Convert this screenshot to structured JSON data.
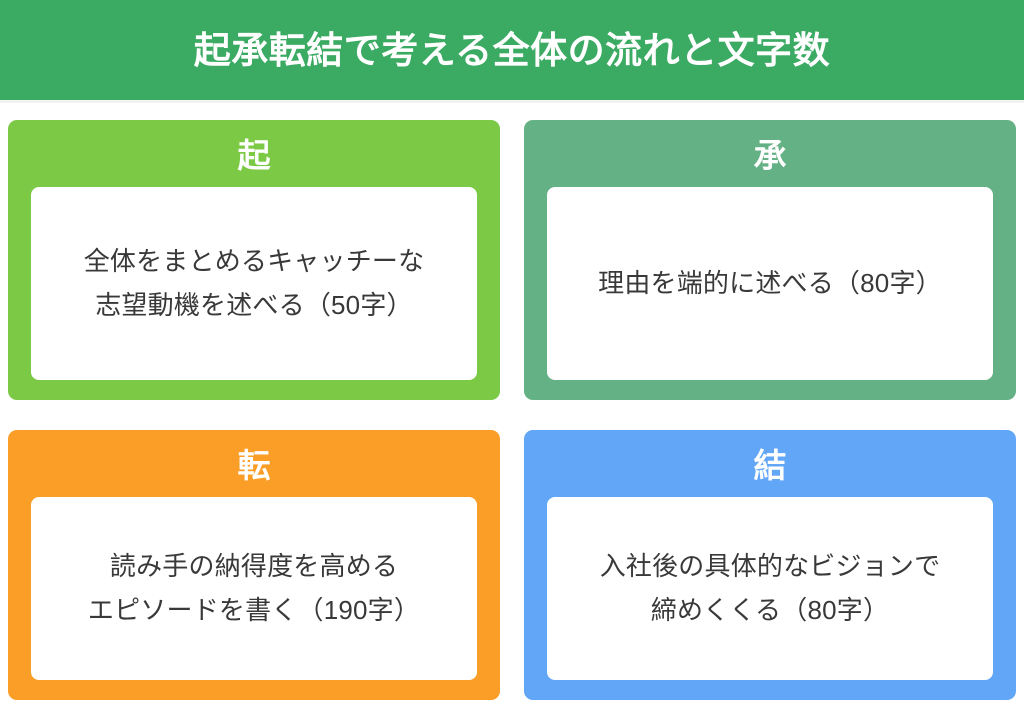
{
  "header": {
    "title": "起承転結で考える全体の流れと文字数",
    "background_color": "#3BAA63",
    "text_color": "#FFFFFF",
    "divider_color": "#F2F2F2"
  },
  "page": {
    "background_color": "#FFFFFF",
    "body_text_color": "#393939"
  },
  "cards": [
    {
      "label": "起",
      "text": "全体をまとめるキャッチーな\n志望動機を述べる（50字）",
      "color": "#7BC945",
      "inner_color": "#FFFFFF",
      "char_count": "50字",
      "position": "top-left"
    },
    {
      "label": "承",
      "text": "理由を端的に述べる（80字）",
      "color": "#64B185",
      "inner_color": "#FFFFFF",
      "char_count": "80字",
      "position": "top-right"
    },
    {
      "label": "転",
      "text": "読み手の納得度を高める\nエピソードを書く（190字）",
      "color": "#FB9E28",
      "inner_color": "#FFFFFF",
      "char_count": "190字",
      "position": "bottom-left"
    },
    {
      "label": "結",
      "text": "入社後の具体的なビジョンで\n締めくくる（80字）",
      "color": "#62A6F8",
      "inner_color": "#FFFFFF",
      "char_count": "80字",
      "position": "bottom-right"
    }
  ]
}
